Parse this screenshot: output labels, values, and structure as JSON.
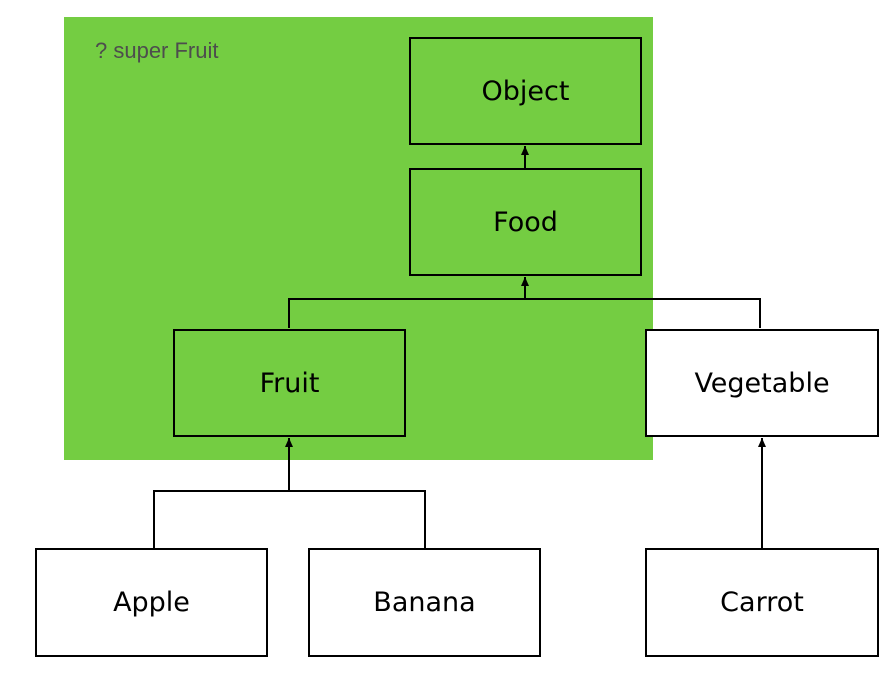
{
  "diagram": {
    "region": {
      "label": "? super Fruit",
      "fill": "#74cd42",
      "label_color": "#4d4d4d"
    },
    "nodes": {
      "object": {
        "label": "Object",
        "highlighted": true
      },
      "food": {
        "label": "Food",
        "highlighted": true
      },
      "fruit": {
        "label": "Fruit",
        "highlighted": true
      },
      "vegetable": {
        "label": "Vegetable",
        "highlighted": false
      },
      "apple": {
        "label": "Apple",
        "highlighted": false
      },
      "banana": {
        "label": "Banana",
        "highlighted": false
      },
      "carrot": {
        "label": "Carrot",
        "highlighted": false
      }
    },
    "edges": [
      {
        "from": "Food",
        "to": "Object"
      },
      {
        "from": "Fruit",
        "to": "Food"
      },
      {
        "from": "Vegetable",
        "to": "Food"
      },
      {
        "from": "Apple",
        "to": "Fruit"
      },
      {
        "from": "Banana",
        "to": "Fruit"
      },
      {
        "from": "Carrot",
        "to": "Vegetable"
      }
    ],
    "colors": {
      "highlight_fill": "#74cd42",
      "plain_fill": "#ffffff",
      "stroke": "#000000"
    }
  }
}
